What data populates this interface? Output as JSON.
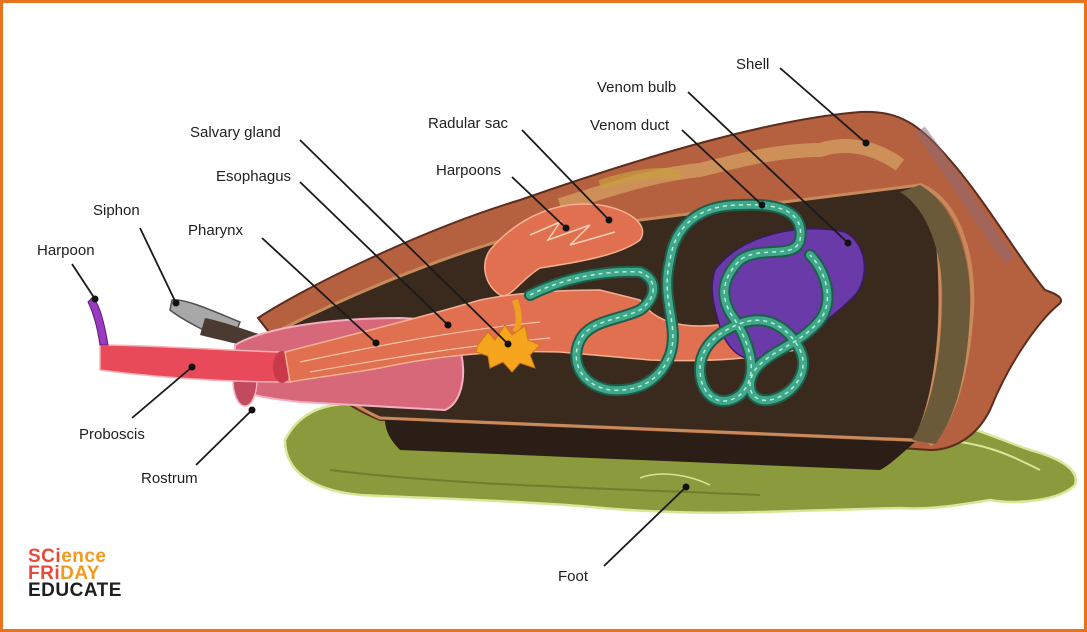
{
  "labels": {
    "shell": "Shell",
    "venom_bulb": "Venom bulb",
    "venom_duct": "Venom duct",
    "radular_sac": "Radular sac",
    "harpoons": "Harpoons",
    "salivary_gland": "Salvary gland",
    "esophagus": "Esophagus",
    "siphon": "Siphon",
    "pharynx": "Pharynx",
    "harpoon": "Harpoon",
    "proboscis": "Proboscis",
    "rostrum": "Rostrum",
    "foot": "Foot"
  },
  "logo": {
    "line1_a": "SCi",
    "line1_b": "ence",
    "line2_a": "FRi",
    "line2_b": "DAY",
    "line3": "EDUCATE"
  },
  "colors": {
    "frame": "#e8731f",
    "logo_red": "#e84a3c",
    "logo_orange": "#f39a1e",
    "logo_dark": "#1e1e1e",
    "shell": "#b5603f",
    "foot": "#8a9a3c",
    "venom_duct": "#3fa88a",
    "venom_bulb": "#6a3aa8",
    "proboscis": "#e84a5a"
  }
}
